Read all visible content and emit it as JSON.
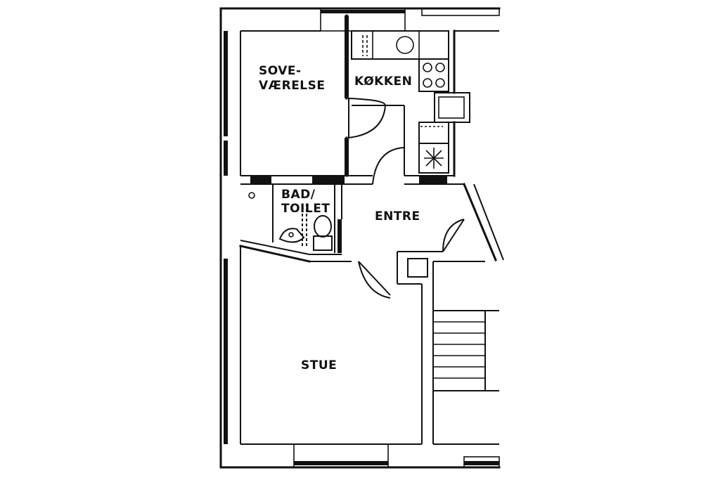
{
  "floorplan": {
    "rooms": {
      "bedroom": {
        "line1": "SOVE-",
        "line2": "VÆRELSE"
      },
      "kitchen": {
        "label": "KØKKEN"
      },
      "bathroom": {
        "line1": "BAD/",
        "line2": "TOILET"
      },
      "entrance": {
        "label": "ENTRE"
      },
      "living": {
        "label": "STUE"
      }
    }
  }
}
